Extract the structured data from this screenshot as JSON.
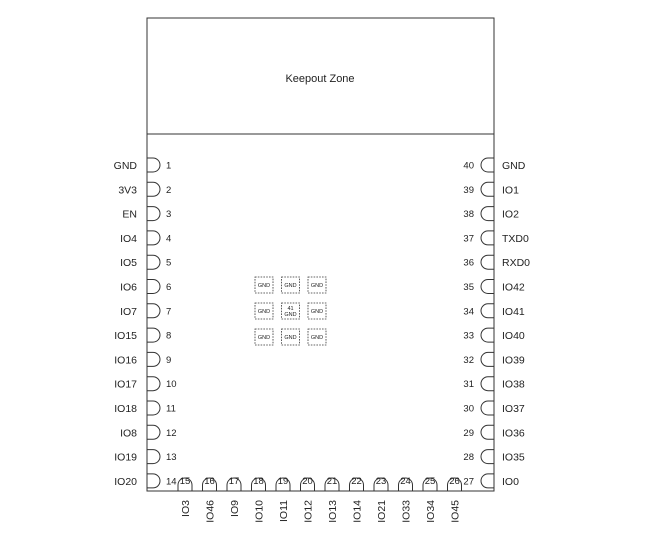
{
  "keepout_label": "Keepout Zone",
  "left_pins": [
    {
      "num": "1",
      "label": "GND"
    },
    {
      "num": "2",
      "label": "3V3"
    },
    {
      "num": "3",
      "label": "EN"
    },
    {
      "num": "4",
      "label": "IO4"
    },
    {
      "num": "5",
      "label": "IO5"
    },
    {
      "num": "6",
      "label": "IO6"
    },
    {
      "num": "7",
      "label": "IO7"
    },
    {
      "num": "8",
      "label": "IO15"
    },
    {
      "num": "9",
      "label": "IO16"
    },
    {
      "num": "10",
      "label": "IO17"
    },
    {
      "num": "11",
      "label": "IO18"
    },
    {
      "num": "12",
      "label": "IO8"
    },
    {
      "num": "13",
      "label": "IO19"
    },
    {
      "num": "14",
      "label": "IO20"
    }
  ],
  "right_pins": [
    {
      "num": "40",
      "label": "GND"
    },
    {
      "num": "39",
      "label": "IO1"
    },
    {
      "num": "38",
      "label": "IO2"
    },
    {
      "num": "37",
      "label": "TXD0"
    },
    {
      "num": "36",
      "label": "RXD0"
    },
    {
      "num": "35",
      "label": "IO42"
    },
    {
      "num": "34",
      "label": "IO41"
    },
    {
      "num": "33",
      "label": "IO40"
    },
    {
      "num": "32",
      "label": "IO39"
    },
    {
      "num": "31",
      "label": "IO38"
    },
    {
      "num": "30",
      "label": "IO37"
    },
    {
      "num": "29",
      "label": "IO36"
    },
    {
      "num": "28",
      "label": "IO35"
    },
    {
      "num": "27",
      "label": "IO0"
    }
  ],
  "bottom_pins": [
    {
      "num": "15",
      "label": "IO3"
    },
    {
      "num": "16",
      "label": "IO46"
    },
    {
      "num": "17",
      "label": "IO9"
    },
    {
      "num": "18",
      "label": "IO10"
    },
    {
      "num": "19",
      "label": "IO11"
    },
    {
      "num": "20",
      "label": "IO12"
    },
    {
      "num": "21",
      "label": "IO13"
    },
    {
      "num": "22",
      "label": "IO14"
    },
    {
      "num": "23",
      "label": "IO21"
    },
    {
      "num": "24",
      "label": "IO33"
    },
    {
      "num": "25",
      "label": "IO34"
    },
    {
      "num": "26",
      "label": "IO45"
    }
  ],
  "center_pads": [
    {
      "label": "GND"
    },
    {
      "label": "GND"
    },
    {
      "label": "GND"
    },
    {
      "label": "GND"
    },
    {
      "num": "41",
      "label": "GND"
    },
    {
      "label": "GND"
    },
    {
      "label": "GND"
    },
    {
      "label": "GND"
    },
    {
      "label": "GND"
    }
  ]
}
